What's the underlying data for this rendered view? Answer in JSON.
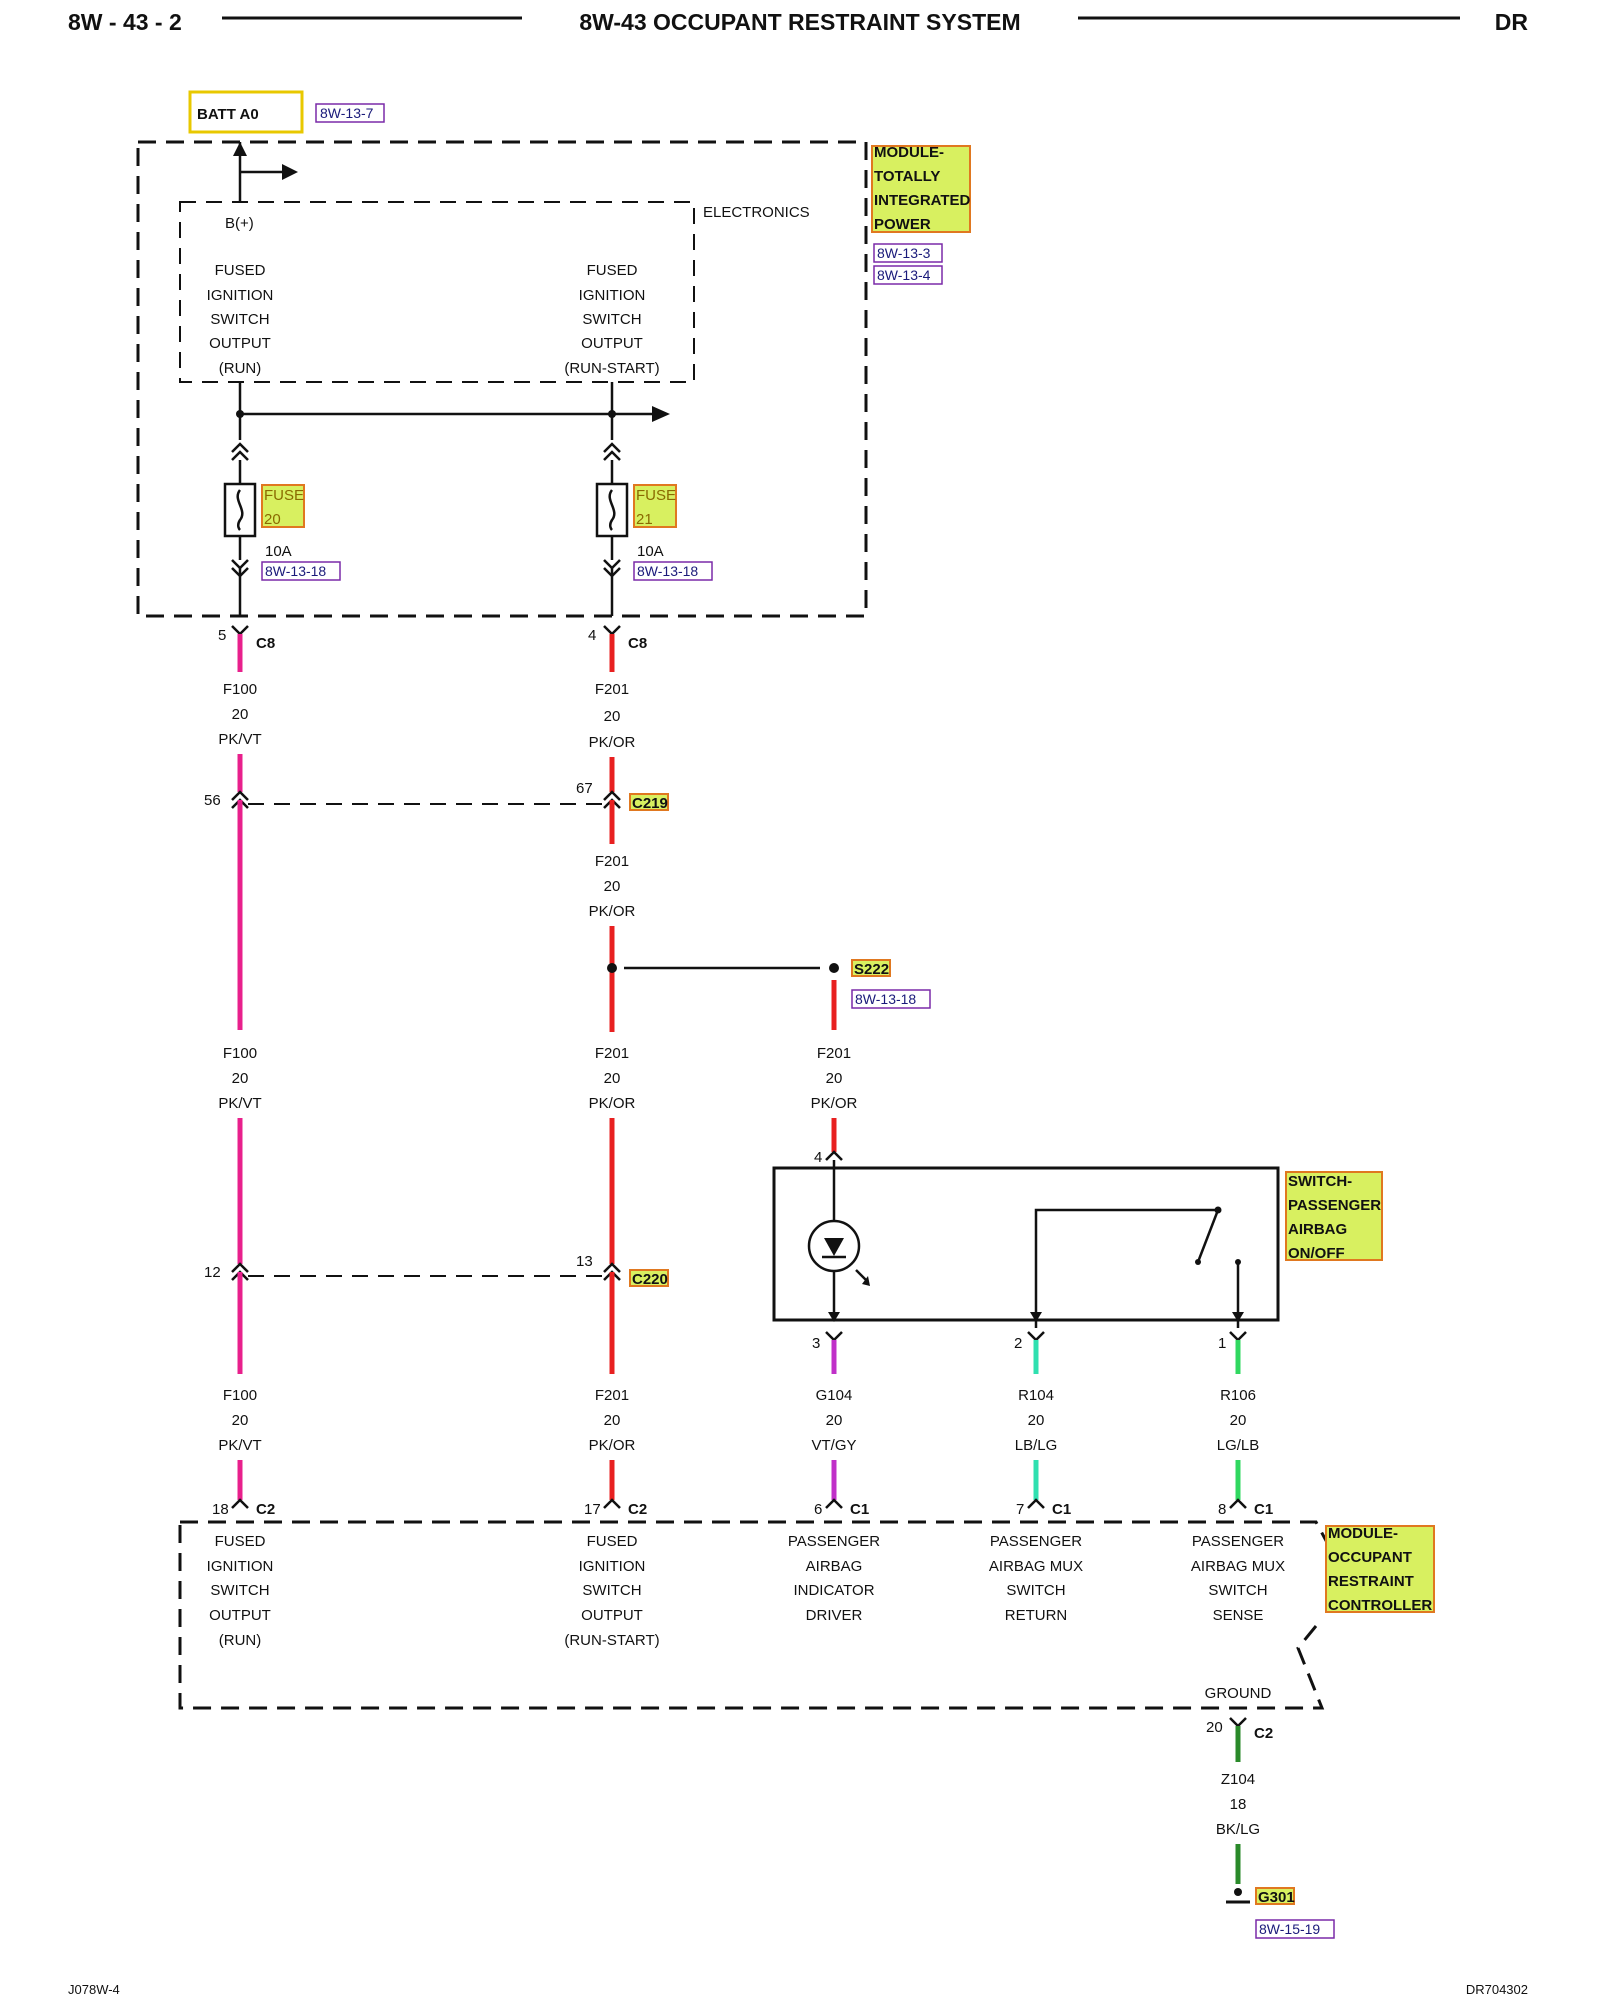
{
  "header": {
    "page_id": "8W - 43 - 2",
    "title": "8W-43 OCCUPANT RESTRAINT SYSTEM",
    "model": "DR"
  },
  "footer": {
    "left": "J078W-4",
    "right": "DR704302"
  },
  "colors": {
    "pk_vt": "#e8208c",
    "pk_or": "#e82020",
    "vt_gy": "#c030c8",
    "lb_lg": "#30e0b0",
    "lg_lb": "#30d860",
    "bk_lg": "#2a8a2a",
    "highlight_fill": "#d8f060",
    "highlight_border": "#e07820"
  },
  "batt": {
    "label": "BATT A0",
    "ref": "8W-13-7"
  },
  "tipm": {
    "name_lines": [
      "MODULE-",
      "TOTALLY",
      "INTEGRATED",
      "POWER"
    ],
    "refs": [
      "8W-13-3",
      "8W-13-4"
    ],
    "electronics_label": "ELECTRONICS",
    "bplus": "B(+)",
    "left_output": [
      "FUSED",
      "IGNITION",
      "SWITCH",
      "OUTPUT",
      "(RUN)"
    ],
    "right_output": [
      "FUSED",
      "IGNITION",
      "SWITCH",
      "OUTPUT",
      "(RUN-START)"
    ],
    "fuse_left": {
      "label": "FUSE",
      "number": "20",
      "rating": "10A",
      "ref": "8W-13-18"
    },
    "fuse_right": {
      "label": "FUSE",
      "number": "21",
      "rating": "10A",
      "ref": "8W-13-18"
    }
  },
  "connectors": {
    "c8_left": {
      "pin": "5",
      "name": "C8"
    },
    "c8_right": {
      "pin": "4",
      "name": "C8"
    },
    "c219_left": {
      "pin": "56"
    },
    "c219_right": {
      "pin": "67",
      "name": "C219"
    },
    "c220_left": {
      "pin": "12"
    },
    "c220_right": {
      "pin": "13",
      "name": "C220"
    },
    "c2_left": {
      "pin": "18",
      "name": "C2"
    },
    "c2_right": {
      "pin": "17",
      "name": "C2"
    },
    "c1_a": {
      "pin": "6",
      "name": "C1"
    },
    "c1_b": {
      "pin": "7",
      "name": "C1"
    },
    "c1_c": {
      "pin": "8",
      "name": "C1"
    },
    "c2_ground": {
      "pin": "20",
      "name": "C2"
    },
    "sw_pin4": "4",
    "sw_pin3": "3",
    "sw_pin2": "2",
    "sw_pin1": "1"
  },
  "wires": {
    "f100_a": [
      "F100",
      "20",
      "PK/VT"
    ],
    "f201_a": [
      "F201",
      "20",
      "PK/OR"
    ],
    "f201_b": [
      "F201",
      "20",
      "PK/OR"
    ],
    "f100_b": [
      "F100",
      "20",
      "PK/VT"
    ],
    "f201_c": [
      "F201",
      "20",
      "PK/OR"
    ],
    "f201_d": [
      "F201",
      "20",
      "PK/OR"
    ],
    "f100_c": [
      "F100",
      "20",
      "PK/VT"
    ],
    "f201_e": [
      "F201",
      "20",
      "PK/OR"
    ],
    "g104": [
      "G104",
      "20",
      "VT/GY"
    ],
    "r104": [
      "R104",
      "20",
      "LB/LG"
    ],
    "r106": [
      "R106",
      "20",
      "LG/LB"
    ],
    "z104": [
      "Z104",
      "18",
      "BK/LG"
    ]
  },
  "splice": {
    "name": "S222",
    "ref": "8W-13-18"
  },
  "switch": {
    "name_lines": [
      "SWITCH-",
      "PASSENGER",
      "AIRBAG",
      "ON/OFF"
    ]
  },
  "orc": {
    "name_lines": [
      "MODULE-",
      "OCCUPANT",
      "RESTRAINT",
      "CONTROLLER"
    ],
    "col1": [
      "FUSED",
      "IGNITION",
      "SWITCH",
      "OUTPUT",
      "(RUN)"
    ],
    "col2": [
      "FUSED",
      "IGNITION",
      "SWITCH",
      "OUTPUT",
      "(RUN-START)"
    ],
    "col3": [
      "PASSENGER",
      "AIRBAG",
      "INDICATOR",
      "DRIVER"
    ],
    "col4": [
      "PASSENGER",
      "AIRBAG MUX",
      "SWITCH",
      "RETURN"
    ],
    "col5": [
      "PASSENGER",
      "AIRBAG MUX",
      "SWITCH",
      "SENSE"
    ],
    "ground_label": "GROUND"
  },
  "ground": {
    "name": "G301",
    "ref": "8W-15-19"
  }
}
